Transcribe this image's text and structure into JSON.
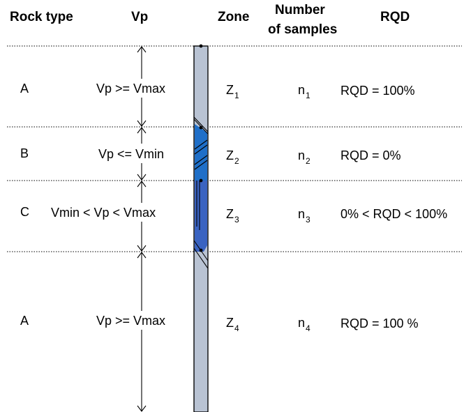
{
  "headers": {
    "rock_type": "Rock type",
    "vp": "Vp",
    "zone": "Zone",
    "number_line1": "Number",
    "number_line2": "of samples",
    "rqd": "RQD"
  },
  "rows": [
    {
      "rock": "A",
      "vp": "Vp >= Vmax",
      "zone": "Z",
      "zone_sub": "1",
      "n": "n",
      "n_sub": "1",
      "rqd": "RQD = 100%"
    },
    {
      "rock": "B",
      "vp": "Vp <= Vmin",
      "zone": "Z",
      "zone_sub": "2",
      "n": "n",
      "n_sub": "2",
      "rqd": "RQD = 0%"
    },
    {
      "rock": "C",
      "vp": "Vmin < Vp < Vmax",
      "zone": "Z",
      "zone_sub": "3",
      "n": "n",
      "n_sub": "3",
      "rqd": "0% < RQD < 100%"
    },
    {
      "rock": "A",
      "vp": "Vp >= Vmax",
      "zone": "Z",
      "zone_sub": "4",
      "n": "n",
      "n_sub": "4",
      "rqd": "RQD = 100 %"
    }
  ],
  "colors": {
    "core": "#b9c3d3",
    "zone_b": "#1f6fc8",
    "zone_c": "#3a63c1",
    "separator": "#000000"
  }
}
